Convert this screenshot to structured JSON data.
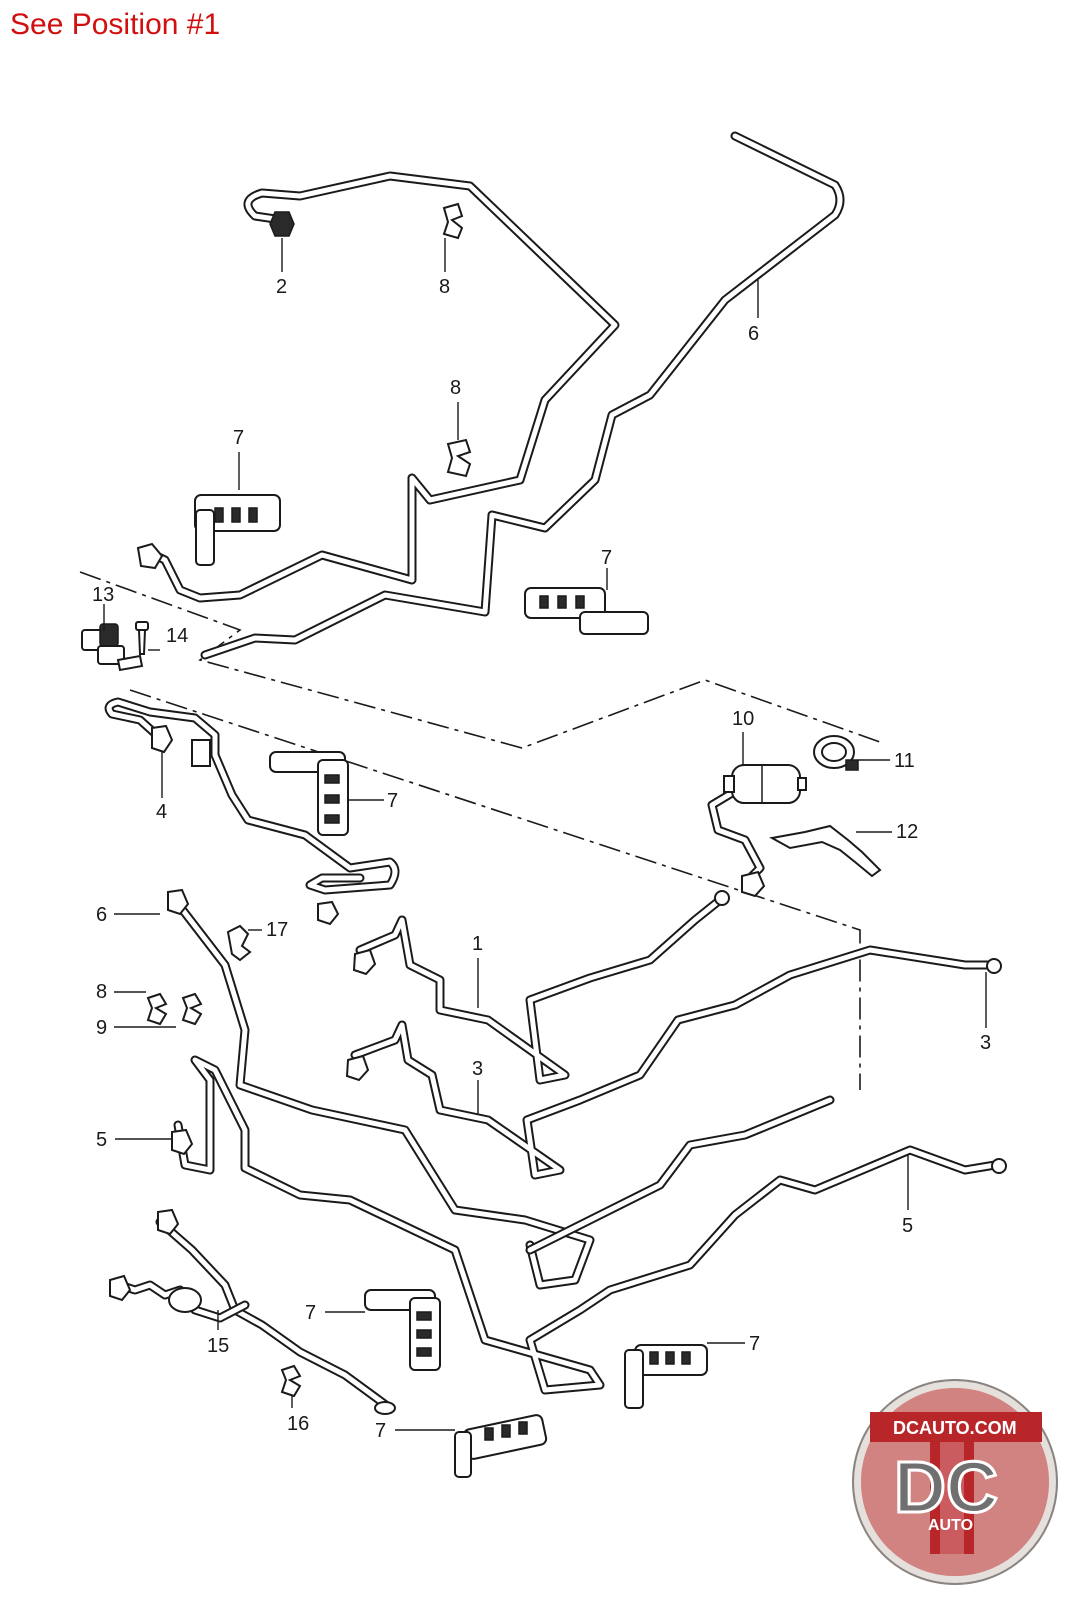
{
  "header": {
    "title": "See Position #1"
  },
  "callouts": [
    {
      "id": "c2a",
      "label": "2"
    },
    {
      "id": "c8a",
      "label": "8"
    },
    {
      "id": "c6a",
      "label": "6"
    },
    {
      "id": "c8b",
      "label": "8"
    },
    {
      "id": "c7a",
      "label": "7"
    },
    {
      "id": "c7b",
      "label": "7"
    },
    {
      "id": "c13",
      "label": "13"
    },
    {
      "id": "c14",
      "label": "14"
    },
    {
      "id": "c10",
      "label": "10"
    },
    {
      "id": "c11",
      "label": "11"
    },
    {
      "id": "c4",
      "label": "4"
    },
    {
      "id": "c7c",
      "label": "7"
    },
    {
      "id": "c12",
      "label": "12"
    },
    {
      "id": "c6b",
      "label": "6"
    },
    {
      "id": "c17",
      "label": "17"
    },
    {
      "id": "c1",
      "label": "1"
    },
    {
      "id": "c8c",
      "label": "8"
    },
    {
      "id": "c9",
      "label": "9"
    },
    {
      "id": "c3a",
      "label": "3"
    },
    {
      "id": "c3b",
      "label": "3"
    },
    {
      "id": "c5a",
      "label": "5"
    },
    {
      "id": "c5b",
      "label": "5"
    },
    {
      "id": "c7d",
      "label": "7"
    },
    {
      "id": "c7e",
      "label": "7"
    },
    {
      "id": "c15",
      "label": "15"
    },
    {
      "id": "c16",
      "label": "16"
    },
    {
      "id": "c7f",
      "label": "7"
    }
  ],
  "logo": {
    "top_text": "DCAUTO.COM",
    "mark": "DC",
    "bottom_text": "AUTO",
    "badge_color": "#b8262a"
  },
  "colors": {
    "title": "#d10f0f",
    "line": "#1a1a1a"
  }
}
